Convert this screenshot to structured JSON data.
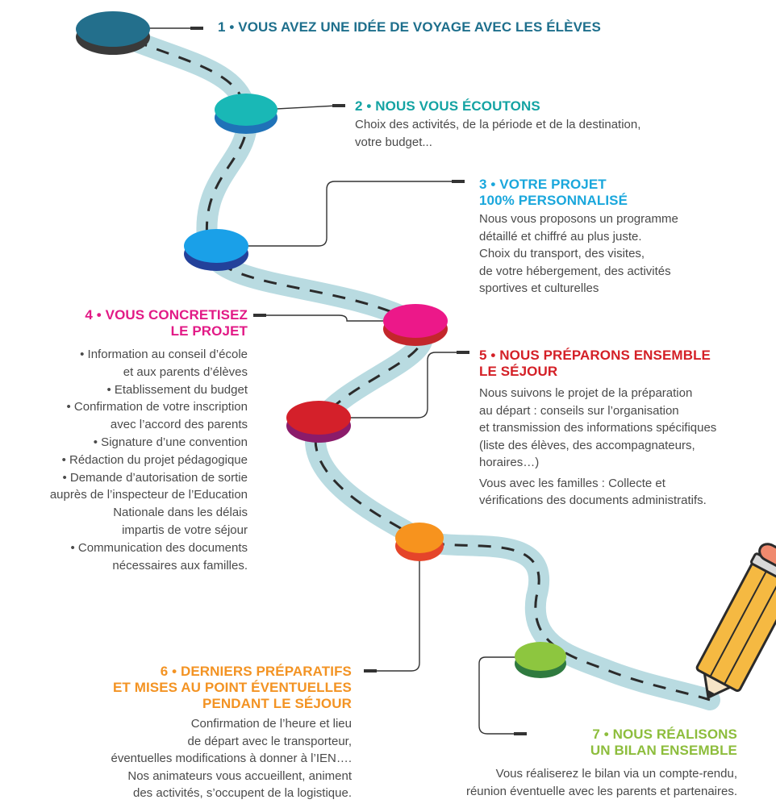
{
  "colors": {
    "road": "#b9dbe1",
    "dash": "#2b2b2b",
    "connector": "#333333",
    "body_text": "#4a4a4a",
    "step1": "#1e6f8c",
    "step2": "#14a3a3",
    "step3": "#1aa7dc",
    "step4": "#e21a86",
    "step5": "#d42027",
    "step6": "#f39323",
    "step7": "#8dbd3c",
    "pencil_body": "#f5b942",
    "pencil_eraser": "#f08a6e"
  },
  "steps": [
    {
      "id": 1,
      "title_lines": [
        "1 • VOUS AVEZ UNE IDÉE DE VOYAGE AVEC LES ÉLÈVES"
      ],
      "body_lines": []
    },
    {
      "id": 2,
      "title_lines": [
        "2 • NOUS VOUS ÉCOUTONS"
      ],
      "body_lines": [
        "Choix des activités, de la période et de la destination,",
        "votre budget..."
      ]
    },
    {
      "id": 3,
      "title_lines": [
        "3 • VOTRE PROJET",
        "100% PERSONNALISÉ"
      ],
      "body_lines": [
        "Nous vous proposons un programme",
        "détaillé et chiffré au plus juste.",
        "Choix du transport, des visites,",
        "de votre hébergement, des activités",
        "sportives et culturelles"
      ]
    },
    {
      "id": 4,
      "title_lines": [
        "4 • VOUS CONCRETISEZ",
        "LE PROJET"
      ],
      "body_lines": [
        "• Information au conseil d’école",
        "et aux parents d’élèves",
        "• Etablissement du budget",
        "• Confirmation de votre inscription",
        "avec l’accord des parents",
        "• Signature d’une convention",
        "• Rédaction du projet pédagogique",
        "• Demande d’autorisation de sortie",
        "auprès de l’inspecteur de l’Education",
        "Nationale dans les délais",
        "impartis de votre séjour",
        "• Communication des documents",
        "nécessaires aux familles."
      ]
    },
    {
      "id": 5,
      "title_lines": [
        "5 • NOUS PRÉPARONS ENSEMBLE",
        "LE SÉJOUR"
      ],
      "body_lines": [
        "Nous suivons le projet de la préparation",
        "au départ : conseils sur l’organisation",
        "et transmission des informations spécifiques",
        "(liste des élèves, des accompagnateurs,",
        "horaires…)",
        "Vous avec les familles : Collecte et",
        "vérifications des documents administratifs."
      ]
    },
    {
      "id": 6,
      "title_lines": [
        "6 • DERNIERS PRÉPARATIFS",
        "ET MISES AU POINT ÉVENTUELLES",
        "PENDANT LE SÉJOUR"
      ],
      "body_lines": [
        "Confirmation de l’heure et lieu",
        "de départ avec le transporteur,",
        "éventuelles modifications à donner à l’IEN….",
        "Nos animateurs vous accueillent, animent",
        "des activités, s’occupent de la logistique."
      ]
    },
    {
      "id": 7,
      "title_lines": [
        "7 • NOUS RÉALISONS",
        "UN BILAN ENSEMBLE"
      ],
      "body_lines": [
        "Vous réaliserez le bilan via un compte-rendu,",
        "réunion éventuelle avec les parents et partenaires."
      ]
    }
  ]
}
